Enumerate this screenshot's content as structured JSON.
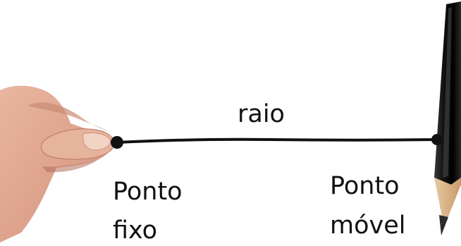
{
  "labels": {
    "radius": "raio",
    "fixed_point_line1": "Ponto",
    "fixed_point_line2": "fixo",
    "moving_point_line1": "Ponto",
    "moving_point_line2": "móvel"
  },
  "colors": {
    "string": "#111111",
    "skin": "#e2a88f",
    "skin_shadow": "#b97661",
    "nail": "#f2d3c4",
    "pencil_body": "#161616",
    "pencil_wood": "#d9b48a",
    "pencil_lead": "#2b2b2b"
  },
  "icons": {
    "hand": "hand-holding-string",
    "pencil": "pencil"
  }
}
